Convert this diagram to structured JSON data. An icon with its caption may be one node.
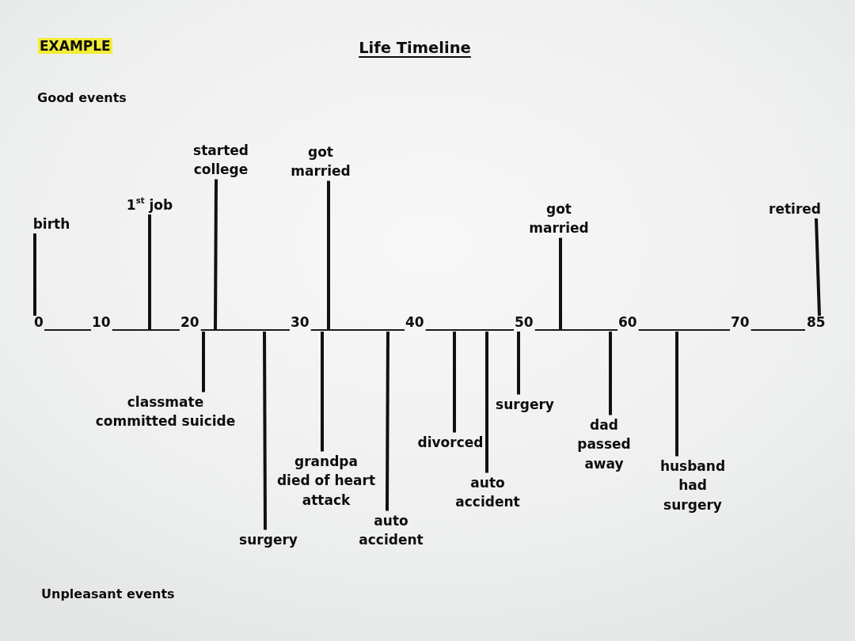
{
  "diagram": {
    "title": "Life Timeline",
    "nodes": [
      {
        "text": [
          "birth"
        ]
      },
      {
        "text": [
          "1$^{st}$ job"
        ]
      },
      {
        "text": [
          "started college"
        ]
      },
      {
        "text": [
          "got married"
        ]
      },
      {
        "text": [
          "got married"
        ]
      },
      {
        "text": [
          "retired"
        ]
      },
      {
        "text": [
          "0"
        ]
      },
      {
        "text": [],
        "shape": "bar",
        "beside": [
          "10",
          "20",
          "30",
          "40",
          "50",
          "60",
          "70"
        ]
      },
      {
        "text": [
          "85"
        ]
      },
      {
        "text": [
          "classmate committed suicide"
        ]
      },
      {
        "text": [
          "surgery"
        ]
      },
      {
        "text": [
          "grandpa died of heart attack"
        ]
      },
      {
        "text": [
          "auto accident"
        ]
      },
      {
        "text": [
          "divorced"
        ]
      },
      {
        "text": [
          "auto accident"
        ]
      },
      {
        "text": [
          "surgery"
        ]
      },
      {
        "text": [
          "dad passed away"
        ]
      },
      {
        "text": [
          "husband had surgery"
        ]
      }
    ],
    "edges": [
      {
        "from": 0,
        "to": 6,
        "arrow": "none"
      },
      {
        "from": 1,
        "to": 7,
        "arrow": "none"
      },
      {
        "from": 2,
        "to": 7,
        "arrow": "none"
      },
      {
        "from": 3,
        "to": 7,
        "arrow": "none"
      },
      {
        "from": 4,
        "to": 7,
        "arrow": "none"
      },
      {
        "from": 5,
        "to": 8,
        "arrow": "none"
      },
      {
        "from": 9,
        "to": 7,
        "arrow": "none"
      },
      {
        "from": 10,
        "to": 7,
        "arrow": "none"
      },
      {
        "from": 11,
        "to": 7,
        "arrow": "none"
      },
      {
        "from": 12,
        "to": 7,
        "arrow": "none"
      },
      {
        "from": 13,
        "to": 7,
        "arrow": "none"
      },
      {
        "from": 14,
        "to": 7,
        "arrow": "none"
      },
      {
        "from": 15,
        "to": 7,
        "arrow": "none"
      },
      {
        "from": 16,
        "to": 7,
        "arrow": "none"
      },
      {
        "from": 17,
        "to": 7,
        "arrow": "none"
      }
    ],
    "labels": [
      "EXAMPLE",
      "Good events",
      "Unpleasant events"
    ]
  }
}
